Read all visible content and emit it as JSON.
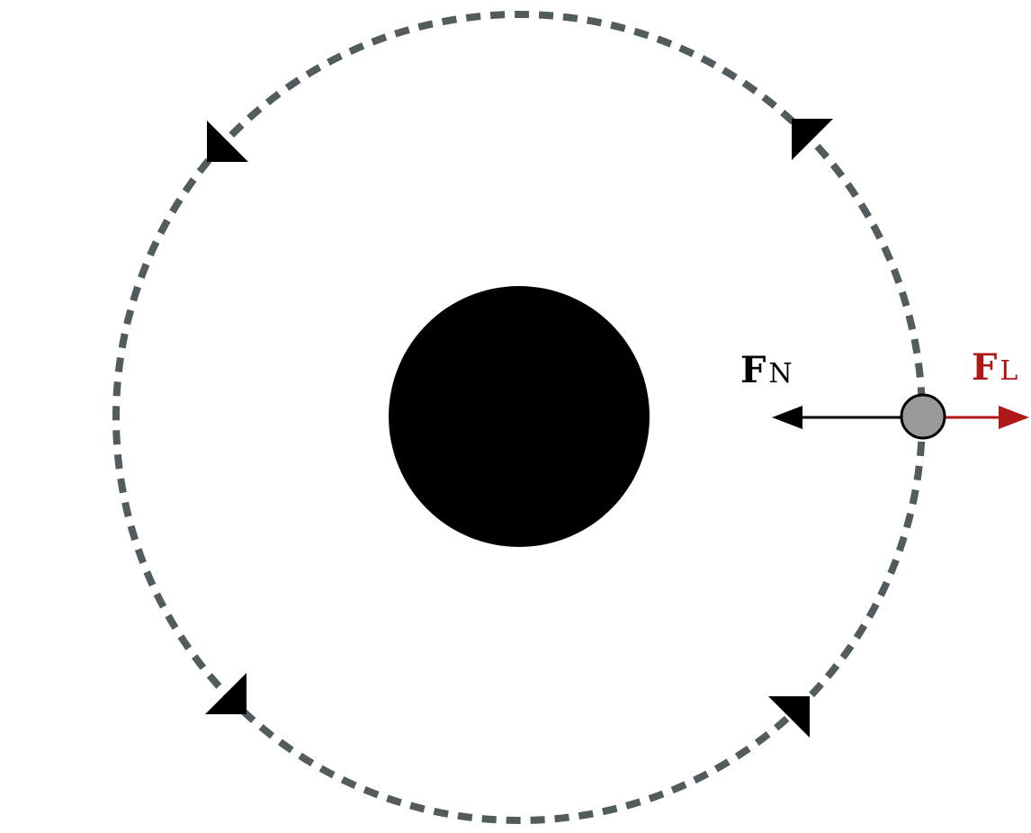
{
  "diagram": {
    "colors": {
      "background": "#ffffff",
      "orbit_path": "#525c5c",
      "central_body": "#000000",
      "orbiting_body_fill": "#9a9a9a",
      "orbiting_body_stroke": "#000000",
      "direction_markers": "#000000",
      "normal_force": "#000000",
      "lorentz_force": "#b01818"
    },
    "orbit_direction": "counterclockwise",
    "labels": {
      "normal_force": {
        "letter": "F",
        "subscript": "N"
      },
      "lorentz_force": {
        "letter": "F",
        "subscript": "L"
      }
    }
  }
}
